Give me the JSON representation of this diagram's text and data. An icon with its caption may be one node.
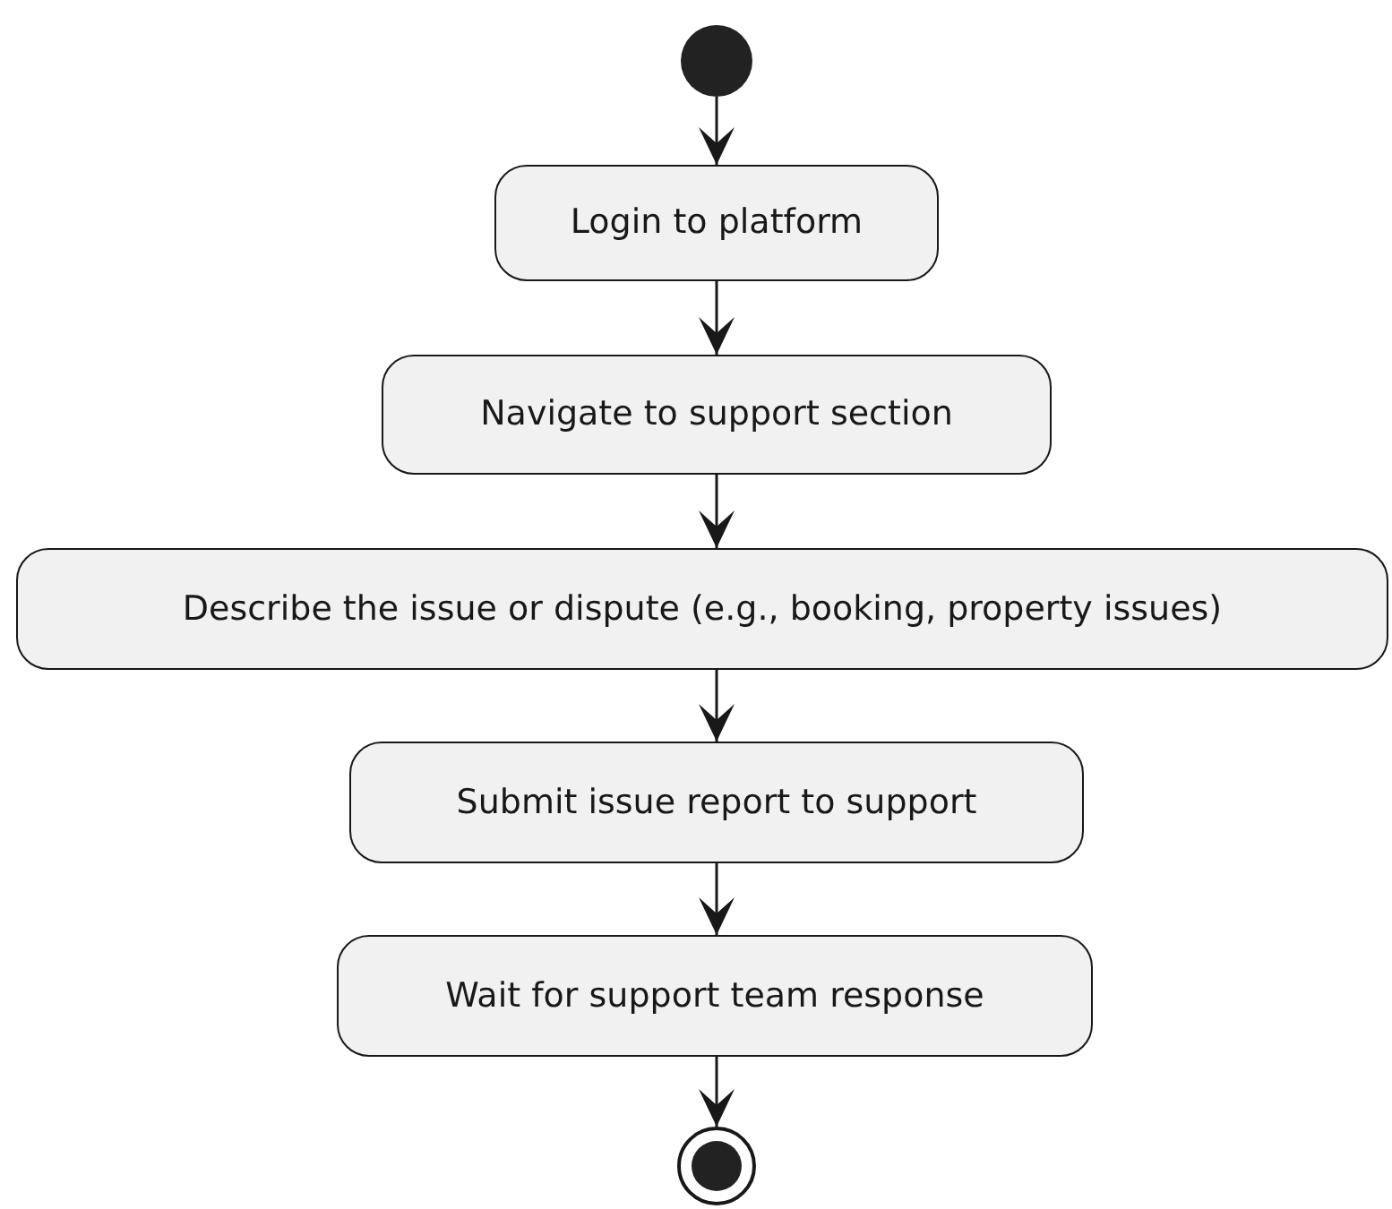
{
  "diagram": {
    "nodes": [
      {
        "text": [],
        "shape": "circle"
      },
      {
        "text": [
          "Login to platform"
        ]
      },
      {
        "text": [
          "Navigate to support section"
        ]
      },
      {
        "text": [
          "Describe the issue or dispute (e.g., booking, property issues)"
        ]
      },
      {
        "text": [
          "Submit issue report to support"
        ]
      },
      {
        "text": [
          "Wait for support team response"
        ]
      },
      {
        "text": [],
        "shape": "circle"
      }
    ],
    "edges": [
      {
        "from": 0,
        "to": 1,
        "arrow": "to"
      },
      {
        "from": 1,
        "to": 2,
        "arrow": "to"
      },
      {
        "from": 2,
        "to": 3,
        "arrow": "to"
      },
      {
        "from": 3,
        "to": 4,
        "arrow": "to"
      },
      {
        "from": 4,
        "to": 5,
        "arrow": "to"
      },
      {
        "from": 5,
        "to": 6,
        "arrow": "to"
      }
    ]
  }
}
